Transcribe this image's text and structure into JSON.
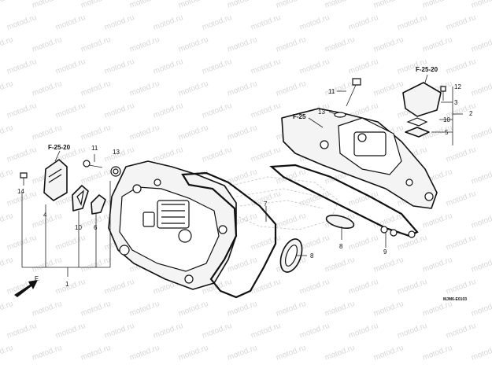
{
  "watermark": {
    "text": "motod.ru"
  },
  "callouts": [
    "1",
    "2",
    "3",
    "4",
    "5",
    "6",
    "7",
    "8",
    "9",
    "10",
    "11",
    "12",
    "13",
    "14"
  ],
  "references": [
    "F-25-20",
    "F-25-20",
    "F-25"
  ],
  "diagram_code": "MJM6-E0103",
  "direction_marker": "F.",
  "colors": {
    "line": "#111111",
    "watermark": "#d8d8d8"
  }
}
